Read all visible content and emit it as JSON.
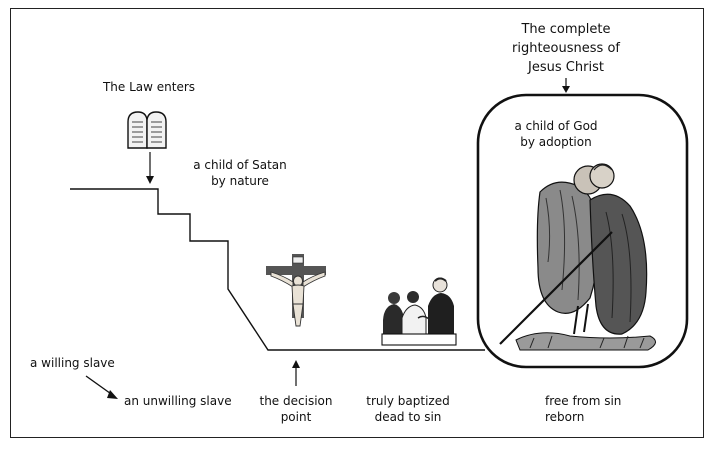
{
  "law": {
    "label": "The Law enters"
  },
  "satan": {
    "line1": "a child of Satan",
    "line2": "by nature"
  },
  "righteousness": {
    "line1": "The complete",
    "line2": "righteousness of",
    "line3": "Jesus Christ"
  },
  "god": {
    "line1": "a child of God",
    "line2": "by adoption"
  },
  "slave": {
    "willing": "a willing slave",
    "unwilling": "an unwilling slave"
  },
  "decision": {
    "line1": "the decision",
    "line2": "point"
  },
  "baptized": {
    "line1": "truly baptized",
    "line2": "dead to sin"
  },
  "free": {
    "line1": "free from sin",
    "line2": "reborn"
  },
  "illustrations": {
    "tablets": "law-tablets-illustration",
    "cross": "crucifix-illustration",
    "baptism": "baptism-group-illustration",
    "embrace": "father-son-embrace-illustration"
  }
}
